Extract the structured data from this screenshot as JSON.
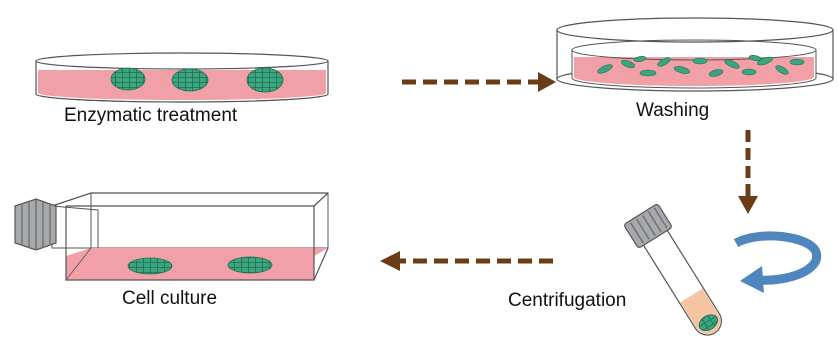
{
  "diagram": {
    "steps": [
      {
        "id": "enzymatic",
        "label": "Enzymatic treatment"
      },
      {
        "id": "washing",
        "label": "Washing"
      },
      {
        "id": "centrifugation",
        "label": "Centrifugation"
      },
      {
        "id": "culture",
        "label": "Cell culture"
      }
    ],
    "colors": {
      "medium": "#f2a0a8",
      "cells": "#3aa57e",
      "arrow": "#6b3d17",
      "rotation": "#4e86bd",
      "pellet_medium": "#f7c4a3",
      "cap": "#a7a9ac"
    },
    "icons": [
      "dish-icon",
      "wash-dish-icon",
      "tube-icon",
      "rotation-arrow-icon",
      "flask-icon"
    ]
  }
}
